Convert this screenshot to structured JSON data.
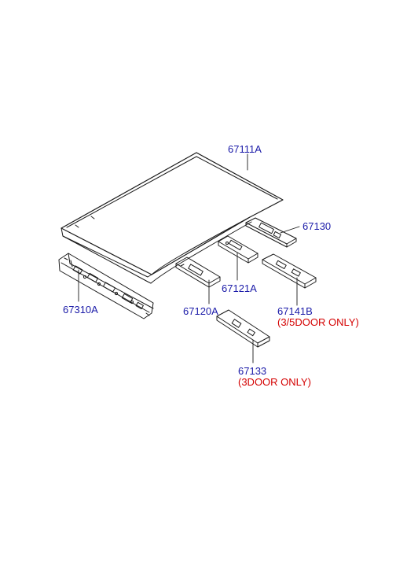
{
  "colors": {
    "part_number": "#1a1aa8",
    "note": "#d40000",
    "line": "#1a1a1a",
    "background": "#ffffff"
  },
  "parts": {
    "roof_panel": {
      "number": "67111A"
    },
    "rail_front": {
      "number": "67130"
    },
    "rail_center": {
      "number": "67121A"
    },
    "rail_center_left": {
      "number": "67120A"
    },
    "rail_rear_3_5_door": {
      "number": "67141B",
      "note": "(3/5DOOR ONLY)"
    },
    "rail_rear_3_door": {
      "number": "67133",
      "note": "(3DOOR ONLY)"
    },
    "front_header": {
      "number": "67310A"
    }
  }
}
